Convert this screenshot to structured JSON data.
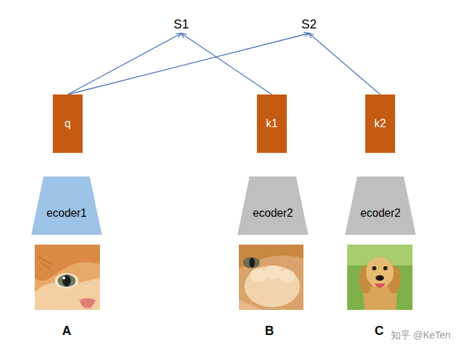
{
  "diagram": {
    "nodes": [
      {
        "text": [
          "S1"
        ]
      },
      {
        "text": [
          "S2"
        ]
      },
      {
        "text": [
          "q"
        ]
      },
      {
        "text": [
          "k1"
        ]
      },
      {
        "text": [
          "k2"
        ]
      },
      {
        "text": [
          "ecoder1"
        ]
      },
      {
        "text": [
          "ecoder2"
        ]
      },
      {
        "text": [
          "ecoder2"
        ]
      }
    ],
    "edges": [
      {
        "from": 2,
        "to": 0,
        "arrow": "to"
      },
      {
        "from": 3,
        "to": 0,
        "arrow": "to"
      },
      {
        "from": 2,
        "to": 1,
        "arrow": "to"
      },
      {
        "from": 4,
        "to": 1,
        "arrow": "to"
      }
    ],
    "labels": [
      "A",
      "B",
      "C",
      "知乎 @KeTen"
    ]
  }
}
